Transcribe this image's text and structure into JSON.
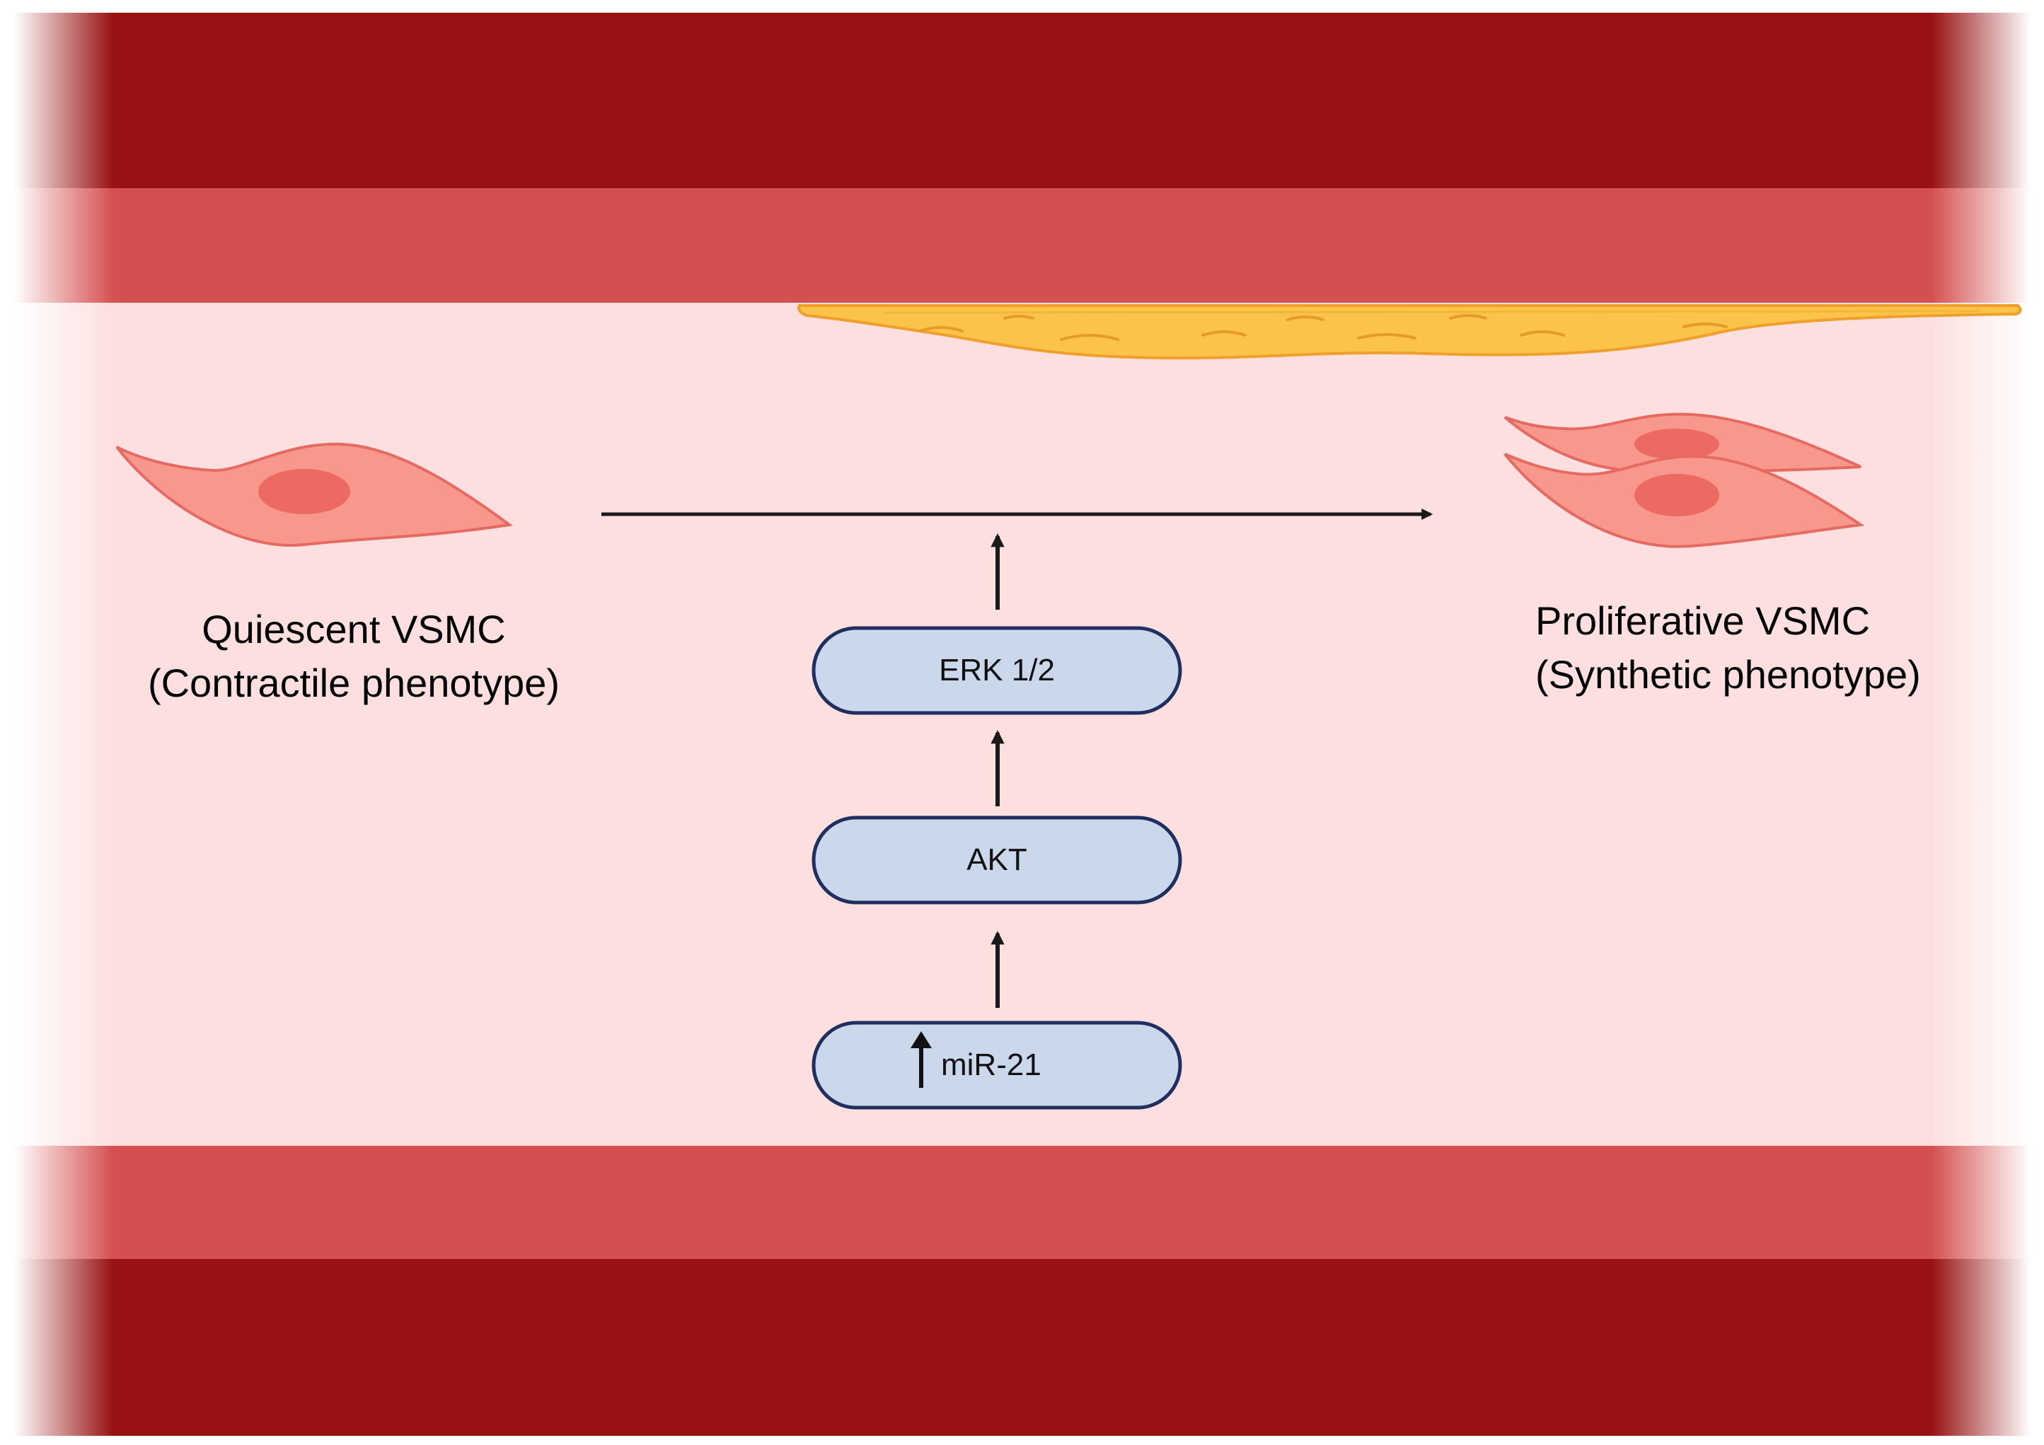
{
  "diagram": {
    "colors": {
      "outer_wall": "#981213",
      "inner_wall": "#d45050",
      "lumen": "#fddfdf",
      "plaque_fill": "#fcc34a",
      "plaque_edge": "#f0a02a",
      "cell_body": "#f8988c",
      "cell_edge": "#e66a62",
      "nucleus": "#ec6a62",
      "box_fill": "#cbd7ea",
      "box_edge": "#1f2f5f",
      "arrow": "#1a1a1a"
    },
    "left_cell": {
      "icon": "single-vsmc-icon",
      "caption_line1": "Quiescent VSMC",
      "caption_line2": "(Contractile phenotype)"
    },
    "right_cell": {
      "icon": "proliferating-vsmc-icon",
      "caption_line1": "Proliferative VSMC",
      "caption_line2": "(Synthetic phenotype)"
    },
    "pathway": [
      {
        "label": "ERK 1/2"
      },
      {
        "label": "AKT"
      },
      {
        "label": "miR-21",
        "marker": "up-arrow-icon"
      }
    ]
  }
}
